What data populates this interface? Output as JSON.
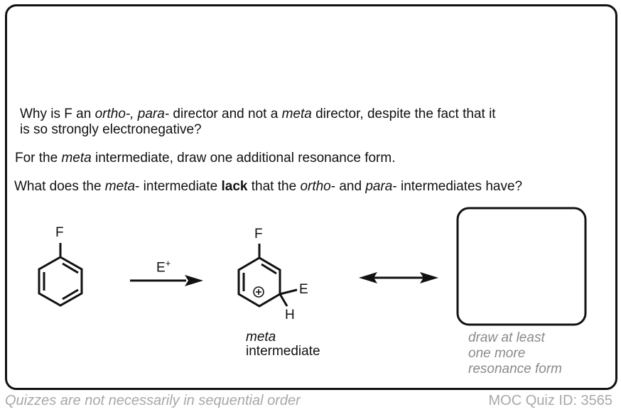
{
  "questions": {
    "q1": {
      "p1": "Why is F an ",
      "p2": "ortho-, para-",
      "p3": " director and not a ",
      "p4": "meta",
      "p5": " director, despite the fact that it",
      "line2": "is so strongly electronegative?"
    },
    "q2": {
      "p1": "For the ",
      "p2": "meta",
      "p3": " intermediate, draw one additional resonance form."
    },
    "q3": {
      "p1": "What does the ",
      "p2": "meta",
      "p3": "- intermediate ",
      "p4": "lack",
      "p5": " that the ",
      "p6": "ortho",
      "p7": "- and ",
      "p8": "para",
      "p9": "- intermediates have?"
    }
  },
  "scheme": {
    "start_atom": "F",
    "reagent": "E",
    "reagent_charge": "+",
    "intermediate_atoms": {
      "top": "F",
      "sub1": "E",
      "sub2": "H"
    },
    "intermediate_label_italic": "meta",
    "intermediate_label": "intermediate",
    "answer_hint": [
      "draw at least",
      "one more",
      "resonance form"
    ]
  },
  "footer": {
    "left": "Quizzes are not necessarily in sequential order",
    "right": "MOC Quiz ID: 3565"
  }
}
